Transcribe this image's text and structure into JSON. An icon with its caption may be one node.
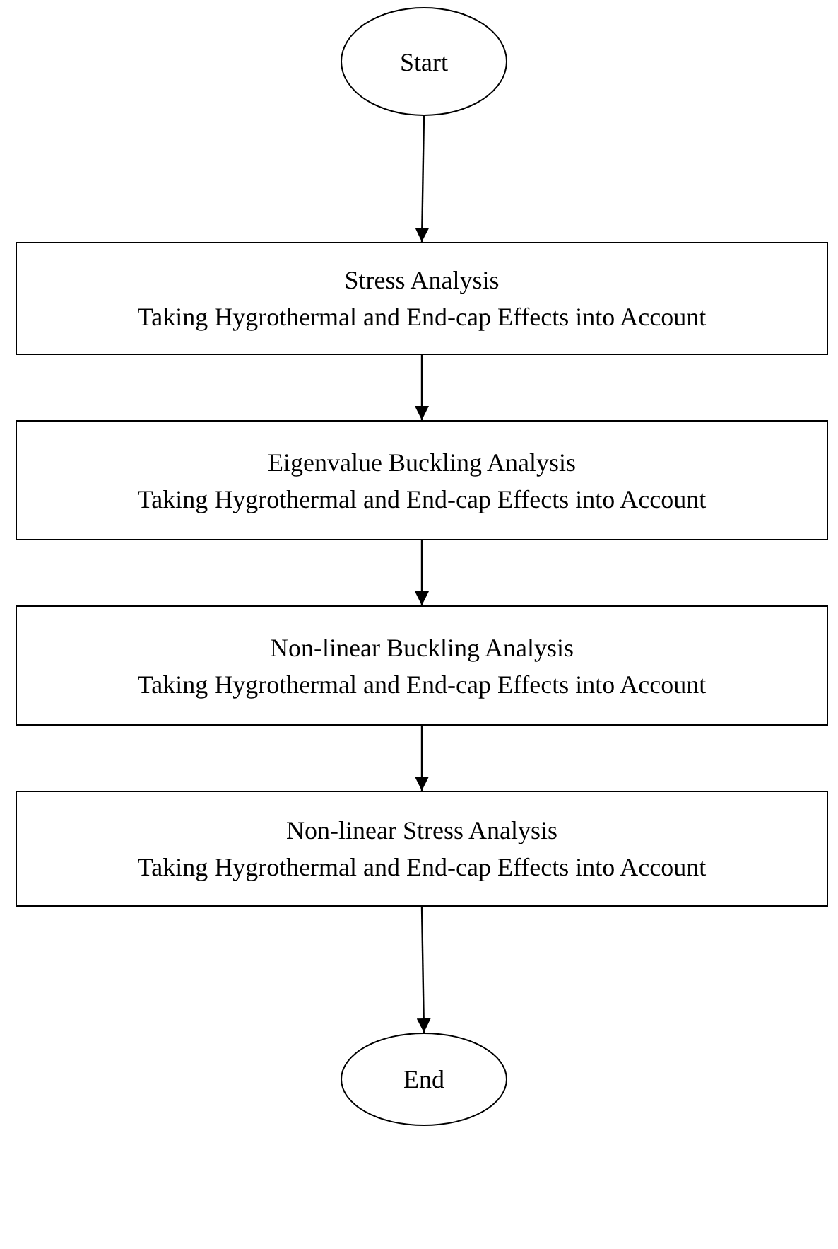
{
  "diagram": {
    "nodes": [
      {
        "text": [
          "Start"
        ]
      },
      {
        "text": [
          "Stress Analysis",
          "Taking Hygrothermal and End-cap Effects into Account"
        ]
      },
      {
        "text": [
          "Eigenvalue Buckling Analysis",
          "Taking Hygrothermal and End-cap Effects into Account"
        ]
      },
      {
        "text": [
          "Non-linear Buckling Analysis",
          "Taking Hygrothermal and End-cap Effects into Account"
        ]
      },
      {
        "text": [
          "Non-linear Stress Analysis",
          "Taking Hygrothermal and End-cap Effects into Account"
        ]
      },
      {
        "text": [
          "End"
        ]
      }
    ],
    "edges": [
      {
        "from": 0,
        "to": 1,
        "arrow": "to"
      },
      {
        "from": 1,
        "to": 2,
        "arrow": "to"
      },
      {
        "from": 2,
        "to": 3,
        "arrow": "to"
      },
      {
        "from": 3,
        "to": 4,
        "arrow": "to"
      },
      {
        "from": 4,
        "to": 5,
        "arrow": "to"
      }
    ]
  }
}
